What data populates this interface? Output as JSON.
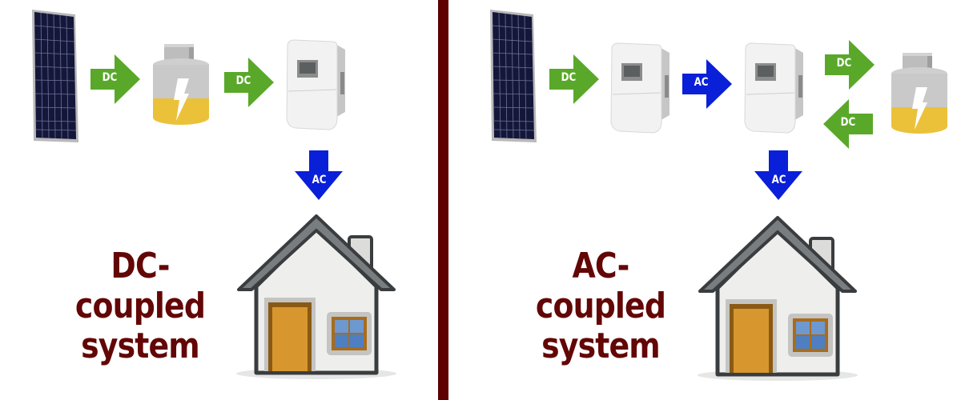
{
  "colors": {
    "divider": "#5e0000",
    "title": "#630606",
    "dc_arrow": "#5aa82a",
    "ac_arrow": "#0a1fd8",
    "battery_gray": "#c9c9c9",
    "battery_yellow": "#ecc13a",
    "door": "#d4902e",
    "window": "#6d98d0"
  },
  "left_panel": {
    "title_line1": "DC-coupled",
    "title_line2": "system",
    "flow": [
      {
        "component": "solar-panel"
      },
      {
        "arrow": "DC",
        "direction": "right"
      },
      {
        "component": "battery"
      },
      {
        "arrow": "DC",
        "direction": "right"
      },
      {
        "component": "inverter"
      },
      {
        "arrow": "AC",
        "direction": "down"
      },
      {
        "component": "house"
      }
    ],
    "arrow1_label": "DC",
    "arrow2_label": "DC",
    "arrow_down_label": "AC"
  },
  "right_panel": {
    "title_line1": "AC-coupled",
    "title_line2": "system",
    "flow": [
      {
        "component": "solar-panel"
      },
      {
        "arrow": "DC",
        "direction": "right"
      },
      {
        "component": "inverter"
      },
      {
        "arrow": "AC",
        "direction": "right"
      },
      {
        "component": "inverter"
      },
      {
        "arrow": "DC",
        "direction": "right"
      },
      {
        "arrow": "DC",
        "direction": "left"
      },
      {
        "component": "battery"
      },
      {
        "arrow": "AC",
        "direction": "down"
      },
      {
        "component": "house"
      }
    ],
    "arrow1_label": "DC",
    "arrow2_label": "AC",
    "arrow3_label": "DC",
    "arrow4_label": "DC",
    "arrow_down_label": "AC"
  }
}
